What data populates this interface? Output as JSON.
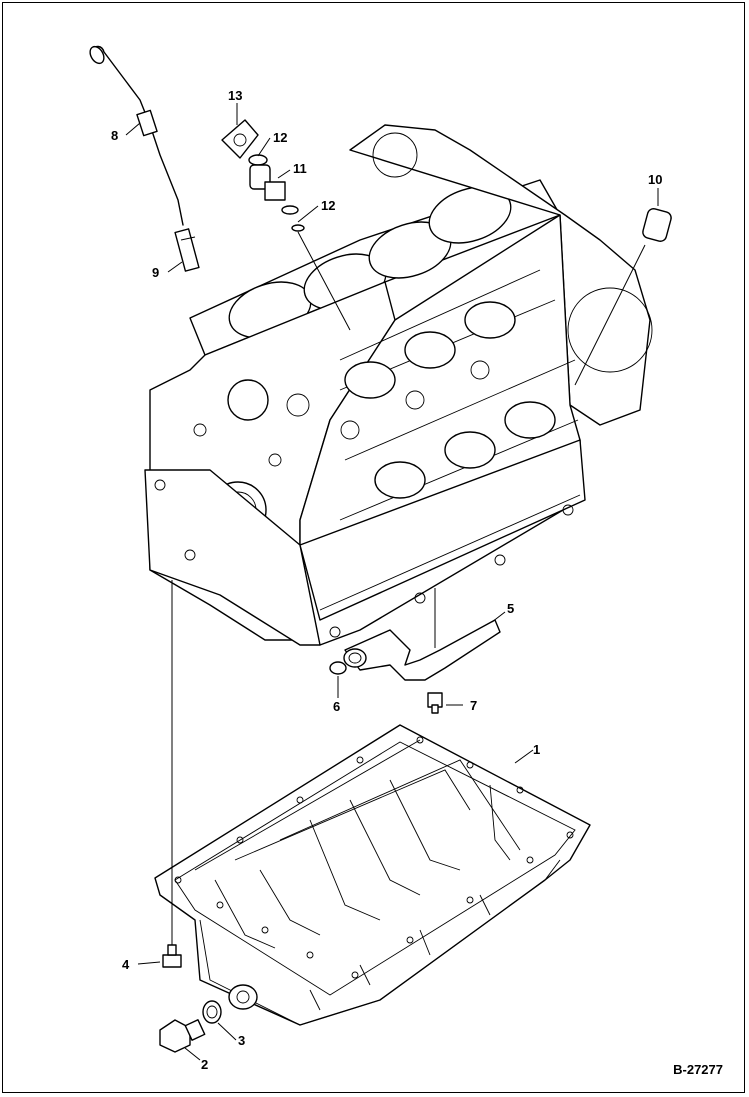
{
  "figure_ref": "B-27277",
  "callouts": [
    {
      "id": "c1",
      "label": "1"
    },
    {
      "id": "c2",
      "label": "2"
    },
    {
      "id": "c3",
      "label": "3"
    },
    {
      "id": "c4",
      "label": "4"
    },
    {
      "id": "c5",
      "label": "5"
    },
    {
      "id": "c6",
      "label": "6"
    },
    {
      "id": "c7",
      "label": "7"
    },
    {
      "id": "c8",
      "label": "8"
    },
    {
      "id": "c9",
      "label": "9"
    },
    {
      "id": "c10",
      "label": "10"
    },
    {
      "id": "c11",
      "label": "11"
    },
    {
      "id": "c12a",
      "label": "12"
    },
    {
      "id": "c12b",
      "label": "12"
    },
    {
      "id": "c13",
      "label": "13"
    }
  ]
}
